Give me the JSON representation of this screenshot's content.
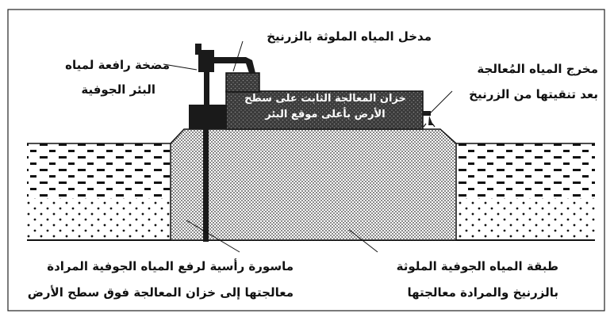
{
  "labels": {
    "inlet": "مدخل المياه الملوثة بالزرنيخ",
    "pump_line1": "مضخة رافعة لمياه",
    "pump_line2": "البئر الجوفية",
    "outlet_line1": "مخرج المياه المُعالجة",
    "outlet_line2": "بعد تنقيتها من الزرنيخ",
    "tank_line1": "خزان المعالجة الثابت على سطح",
    "tank_line2": "الأرض بأعلى موقع البئر",
    "pipe_line1": "ماسورة رأسية لرفع المياه الجوفية المرادة",
    "pipe_line2": "معالجتها إلى خزان المعالجة فوق سطح الأرض",
    "layer_line1": "طبقة المياه الجوفية الملوثة",
    "layer_line2": "بالزرنيخ والمرادة معالجتها"
  },
  "colors": {
    "ink": "#111111",
    "tank": "#3a3a3a",
    "pump": "#1a1a1a",
    "background": "#ffffff"
  }
}
